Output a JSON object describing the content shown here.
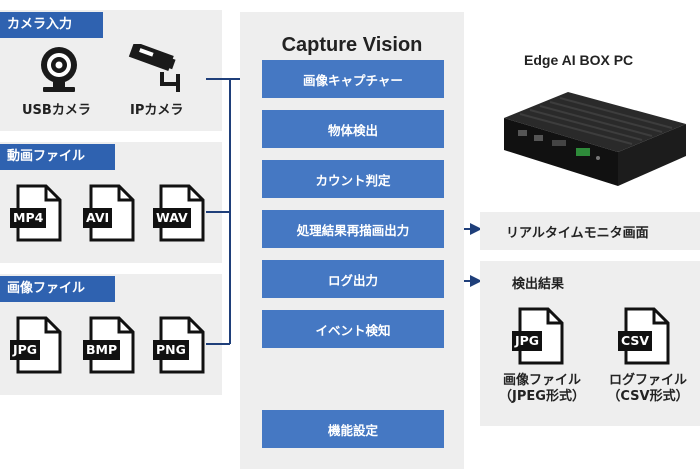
{
  "inputs": {
    "camera": {
      "title": "カメラ入力",
      "usb_label": "USBカメラ",
      "ip_label": "IPカメラ"
    },
    "video": {
      "title": "動画ファイル",
      "files": [
        "MP4",
        "AVI",
        "WAV"
      ]
    },
    "image": {
      "title": "画像ファイル",
      "files": [
        "JPG",
        "BMP",
        "PNG"
      ]
    }
  },
  "center": {
    "title": "Capture Vision",
    "functions": [
      "画像キャプチャー",
      "物体検出",
      "カウント判定",
      "処理結果再描画出力",
      "ログ出力",
      "イベント検知",
      "機能設定"
    ]
  },
  "device": {
    "title": "Edge AI BOX PC"
  },
  "outputs": {
    "monitor": "リアルタイムモニタ画面",
    "results": {
      "title": "検出結果",
      "files": [
        {
          "tag": "JPG",
          "caption1": "画像ファイル",
          "caption2": "（JPEG形式）"
        },
        {
          "tag": "CSV",
          "caption1": "ログファイル",
          "caption2": "（CSV形式）"
        }
      ]
    }
  },
  "colors": {
    "accent_blue": "#2f62b0",
    "function_blue": "#4578c3",
    "connector_navy": "#1f3f7a",
    "panel_gray": "#eeeeee"
  }
}
